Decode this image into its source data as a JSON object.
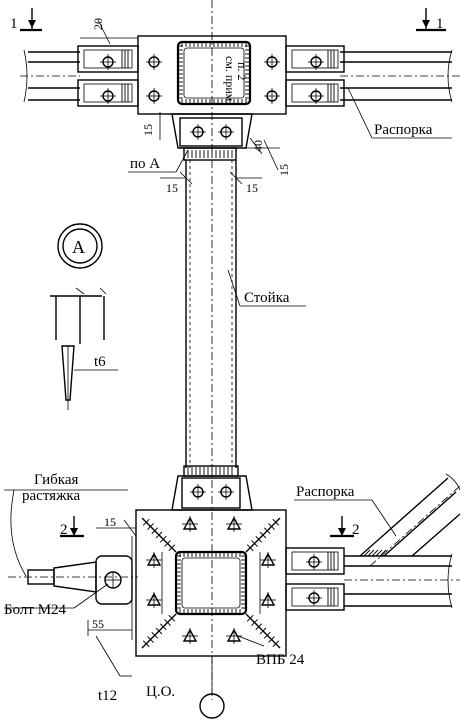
{
  "labels": {
    "section_mark": "1",
    "section_mark_2": "2",
    "dim_20": "20",
    "note_line1": "см. прим.",
    "note_line2": "п. 2",
    "dim_15_a": "15",
    "dim_40": "40",
    "dim_15_b": "15",
    "po_a": "по  А",
    "dim_15_left": "15",
    "dim_15_right": "15",
    "raspor_top": "Распорка",
    "detail_circle": "А",
    "stoyka": "Стойка",
    "t6": "t6",
    "gibkaya_line1": "Гибкая",
    "gibkaya_line2": "растяжка",
    "raspor_bottom": "Распорка",
    "dim_15_bottom": "15",
    "bolt": "Болт М24",
    "dim_55": "55",
    "t12": "t12",
    "vpb": "ВПБ 24",
    "co": "Ц.О."
  }
}
